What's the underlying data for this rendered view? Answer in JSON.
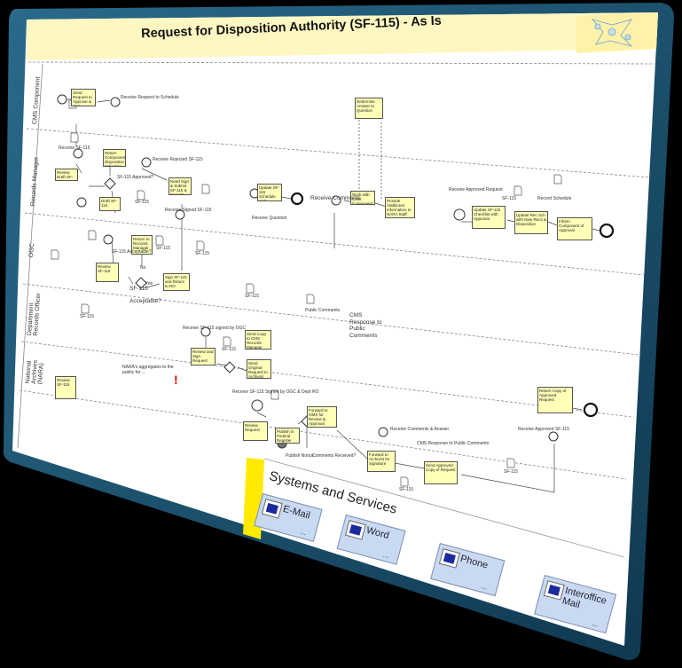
{
  "title": "Request for Disposition Authority (SF-115) - As Is",
  "lanes": [
    "CMS Component",
    "Records Manager",
    "OGC",
    "Department Records Officer",
    "National Archives (NARA)"
  ],
  "boxes": [
    "Send Request to Approve & Sign",
    "Return Component Disposition Schedule",
    "Review Draft SF-115",
    "Draft SF-115",
    "Need Sign & Submit SF-115 & Sign Sb",
    "Update SF-115 Schedule and Approval",
    "Work with CMS Component",
    "Provide Additional Information to NARA Staff",
    "Determine Answer to Question",
    "Update SF-115 Checklist with Approval",
    "Update Rec Sch with New Recs & Disposition",
    "Inform Component of Approval",
    "Review SF-115",
    "Return to Records Manager",
    "Sign SF-115 and Return to RO",
    "Review and Sign Request",
    "Send Copy to CMS Records Manager",
    "Send Original Request to Archivist",
    "Review SF-115",
    "Review Request",
    "Publish in Federal Register",
    "Forward to OMS for Review & Approval",
    "Forward to Archivist for Signature",
    "Send Approved Copy of Request",
    "Return Copy of Approved Request"
  ],
  "event_labels": [
    "Receive Request to Schedule",
    "Receive SF-115",
    "Receive Rejected SF-115",
    "SF-115 Approved?",
    "Receive Signed SF-115",
    "Receive Approved Request",
    "Receive Comments",
    "Record Schedule",
    "Receive SF-115 signed by OGC",
    "Receive SF-115 Signed by OGC & Dept RO",
    "Receive Comments & Answer",
    "Comments Received?",
    "Receive Approved SF-115",
    "Publish Notice",
    "Public Comments",
    "Receive Question",
    "CMS Response to Public Comments",
    "SF-115 Acceptable?",
    "Yes",
    "No"
  ],
  "doc_labels": [
    "SF-115",
    "SF-115",
    "SF-115",
    "SF-115",
    "SF-115",
    "SF-115",
    "SF-115",
    "SF-115",
    "SF-115"
  ],
  "annotation": "NARA's aggregates to the public for ...",
  "cms_response": "CMS Response to Public Comments",
  "sf115_label": "SF-115",
  "acceptable_label": "Acceptable?",
  "systems_title": "Systems and Services",
  "services": [
    {
      "name": "E-Mail",
      "dots": "..."
    },
    {
      "name": "Word",
      "dots": "..."
    },
    {
      "name": "Phone",
      "dots": "..."
    },
    {
      "name": "Interoffice Mail",
      "dots": "..."
    }
  ],
  "colors": {
    "frame": "#1b4a66",
    "paper": "#ffffff",
    "header": "#fff7c2",
    "task": "#ffffb8",
    "service": "#c9d9f2",
    "yellow_bar": "#ffea00"
  }
}
